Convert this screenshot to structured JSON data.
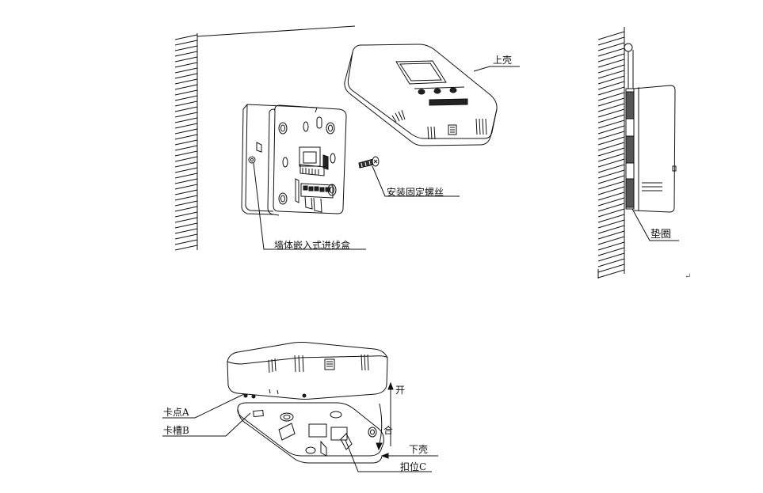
{
  "labels": {
    "upper_shell": "上壳",
    "mounting_screw": "安装固定螺丝",
    "wall_box": "墙体嵌入式进线盒",
    "gasket": "垫圈",
    "open": "开",
    "close": "合",
    "lower_shell": "下壳",
    "clip_c": "扣位C",
    "clip_point_a": "卡点A",
    "clip_slot_b": "卡槽B"
  },
  "marks": {
    "paragraph_return": "↵"
  },
  "colors": {
    "line": "#111111",
    "background": "#ffffff",
    "fill_dark": "#222222",
    "fill_gray": "#888888"
  }
}
